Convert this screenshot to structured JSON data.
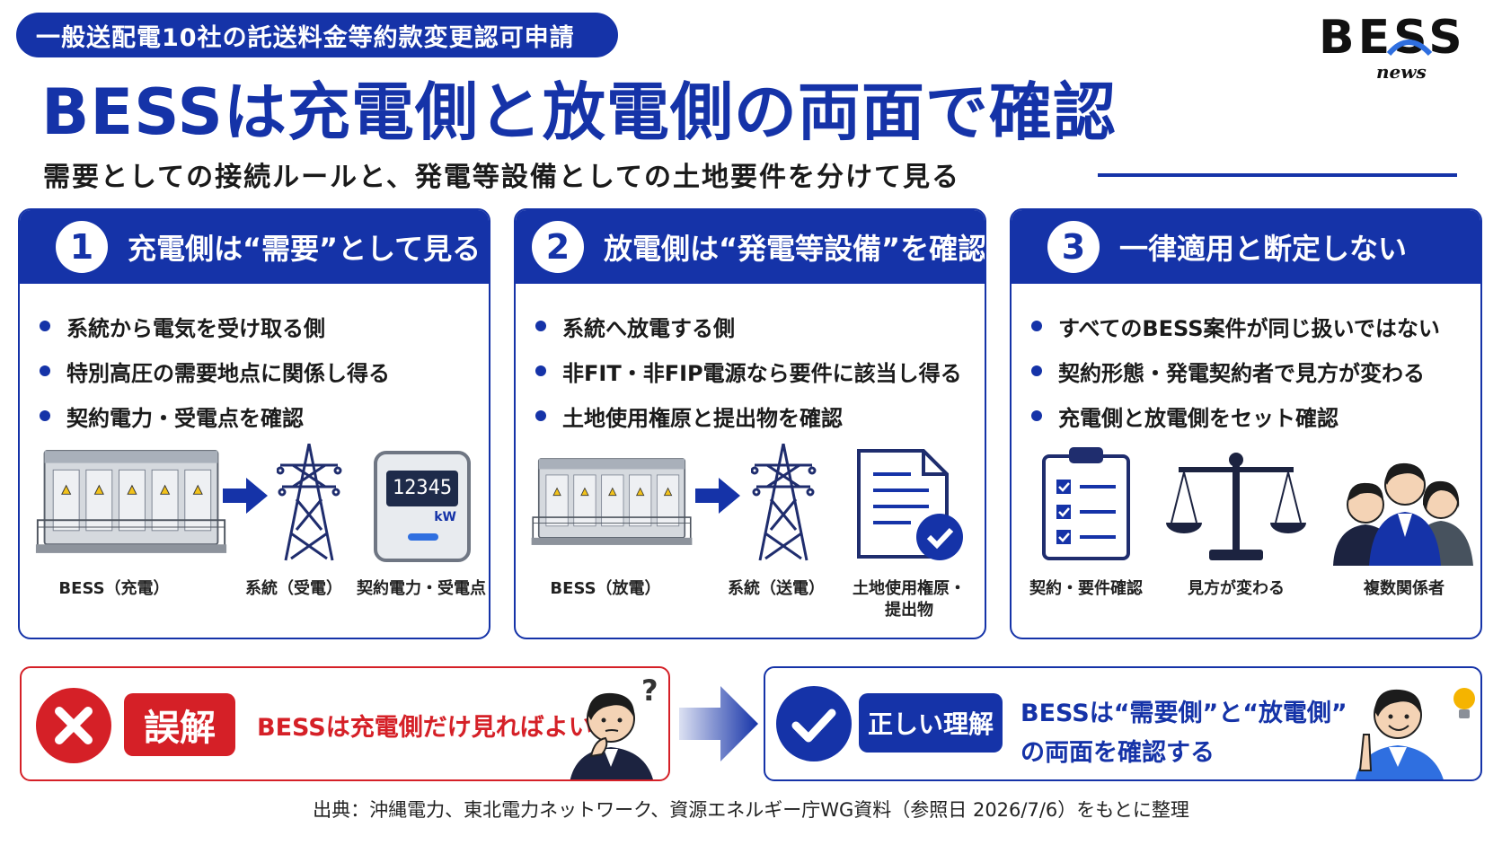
{
  "header": {
    "pill": "一般送配電10社の託送料金等約款変更認可申請",
    "logo_main": "BESS",
    "logo_sub": "news",
    "title": "BESSは充電側と放電側の両面で確認",
    "subtitle": "需要としての接続ルールと、発電等設備としての土地要件を分けて見る"
  },
  "cards": [
    {
      "number": "1",
      "heading": "充電側は“需要”として見る",
      "bullets": [
        "系統から電気を受け取る側",
        "特別高圧の需要地点に関係し得る",
        "契約電力・受電点を確認"
      ],
      "captions": [
        "BESS（充電）",
        "系統（受電）",
        "契約電力・受電点"
      ]
    },
    {
      "number": "2",
      "heading": "放電側は“発電等設備”を確認",
      "bullets": [
        "系統へ放電する側",
        "非FIT・非FIP電源なら要件に該当し得る",
        "土地使用権原と提出物を確認"
      ],
      "captions": [
        "BESS（放電）",
        "系統（送電）",
        "土地使用権原・",
        "提出物"
      ]
    },
    {
      "number": "3",
      "heading": "一律適用と断定しない",
      "bullets": [
        "すべてのBESS案件が同じ扱いではない",
        "契約形態・発電契約者で見方が変わる",
        "充電側と放電側をセット確認"
      ],
      "captions": [
        "契約・要件確認",
        "見方が変わる",
        "複数関係者"
      ]
    }
  ],
  "meter": {
    "reading": "12345",
    "unit": "kW"
  },
  "misconception": {
    "label": "誤解",
    "text": "BESSは充電側だけ見ればよい"
  },
  "correct": {
    "label": "正しい理解",
    "line1": "BESSは“需要側”と“放電側”",
    "line2": "の両面を確認する"
  },
  "source": "出典：沖縄電力、東北電力ネットワーク、資源エネルギー庁WG資料（参照日 2026/7/6）をもとに整理",
  "colors": {
    "primary": "#1533a8",
    "alert": "#d52027",
    "navy": "#1c2340"
  },
  "icons": [
    "battery-container-icon",
    "arrow-right-icon",
    "transmission-tower-icon",
    "electric-meter-icon",
    "document-check-icon",
    "checklist-clipboard-icon",
    "balance-scale-icon",
    "people-group-icon",
    "cross-icon",
    "check-icon",
    "thinking-man-icon",
    "pointing-man-icon",
    "question-mark-icon",
    "lightbulb-icon"
  ]
}
